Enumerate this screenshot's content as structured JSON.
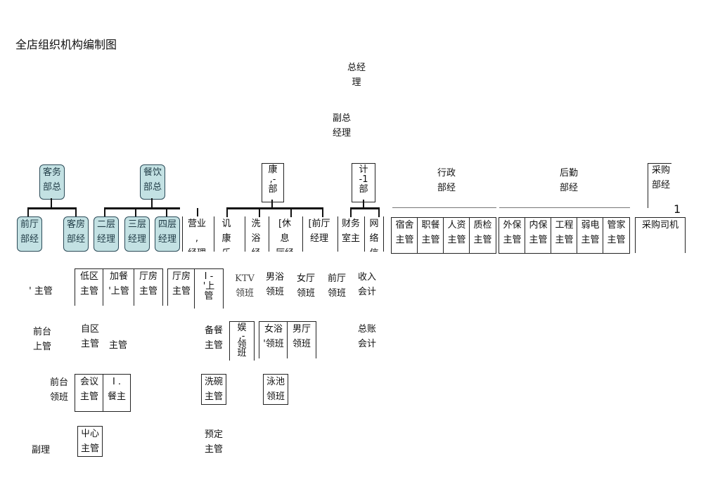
{
  "title": "全店组织机构编制图",
  "top": {
    "gm": "总经\n理",
    "dgm": "副总\n经理"
  },
  "departments": [
    "客务\n部总",
    "餐饮\n部总",
    "康\n,-\n部",
    "计\n-1\n部",
    "行政\n部经",
    "后勤\n部经",
    "采购\n部经"
  ],
  "page_number": "1",
  "row1": {
    "front_office": [
      "前厅\n部经",
      "客房\n部经"
    ],
    "fnb": [
      "二层\n经理",
      "三层\n经理",
      "四层\n经理"
    ],
    "recreation": [
      "营业\n,\n经理",
      "讥\n康\n乐",
      "洗\n浴\n经\n理",
      "[休\n息\n厅经",
      "[前厅\n经理"
    ],
    "finance": [
      "财务\n室主",
      "网\n络\n信\n息"
    ],
    "admin": [
      "宿舍\n主管",
      "职餐\n主管",
      "人资\n主管",
      "质检\n主管"
    ],
    "logistics": [
      "外保\n主管",
      "内保\n主管",
      "工程\n主管",
      "弱电\n主管",
      "管家\n主管"
    ],
    "purchase": [
      "采购司机"
    ]
  },
  "row2": {
    "supervisor": "' 主管",
    "area_boxes": [
      "低区\n主管",
      "加餐\n'上管",
      "厅房\n主管"
    ],
    "hall_boxes": [
      "厅房\n主管",
      "I -\n'上\n管"
    ],
    "ktv": "KTV\n领班",
    "male_bath": "男浴\n领班",
    "female_hall": "女厅\n领班",
    "front_hall": "前厅\n领班",
    "income_acct": "收入\n会计"
  },
  "row3": {
    "front_desk_supervisor": "前台\n上管",
    "area": "自区\n主管",
    "supervisor": "主管",
    "prep": "备餐\n主管",
    "entertain": "娱\n,-\n领\n班",
    "female_bath": "女浴\n'领班",
    "male_hall": "男厅\n领班",
    "ledger_acct": "总账\n会计"
  },
  "row4": {
    "front_desk_lead": "前台\n领班",
    "meeting": "会议\n主管",
    "dining": "I .\n餐主",
    "dishwash": "洗碗\n主管",
    "pool": "泳池\n领班"
  },
  "row5": {
    "deputy_mgr": "副理",
    "center": "屮心\n主管",
    "reservation": "预定\n主管"
  }
}
